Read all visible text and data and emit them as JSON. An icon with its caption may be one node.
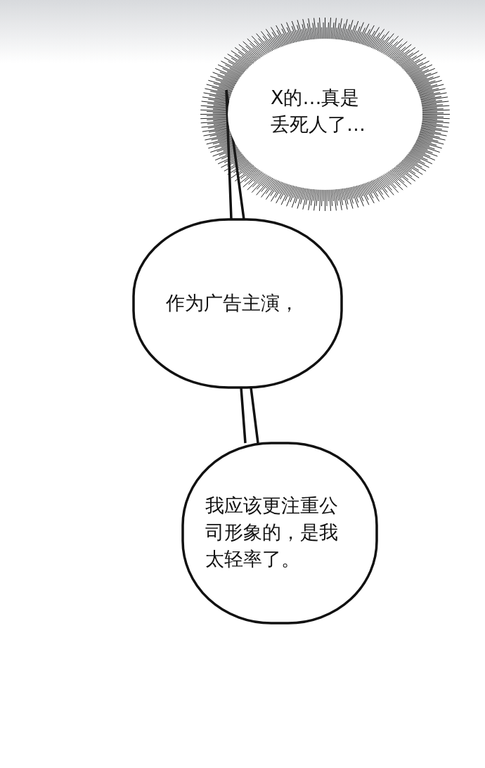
{
  "diagram": {
    "nodes": [
      {
        "text": [
          "X的…真是丢死人了…"
        ]
      },
      {
        "text": [
          "作为广告主演，"
        ]
      },
      {
        "text": [
          "我应该更注重公司形象的，是我太轻率了。"
        ]
      }
    ],
    "edges": [
      {
        "from": 0,
        "to": 1,
        "arrow": "none"
      },
      {
        "from": 1,
        "to": 2,
        "arrow": "none"
      }
    ]
  }
}
